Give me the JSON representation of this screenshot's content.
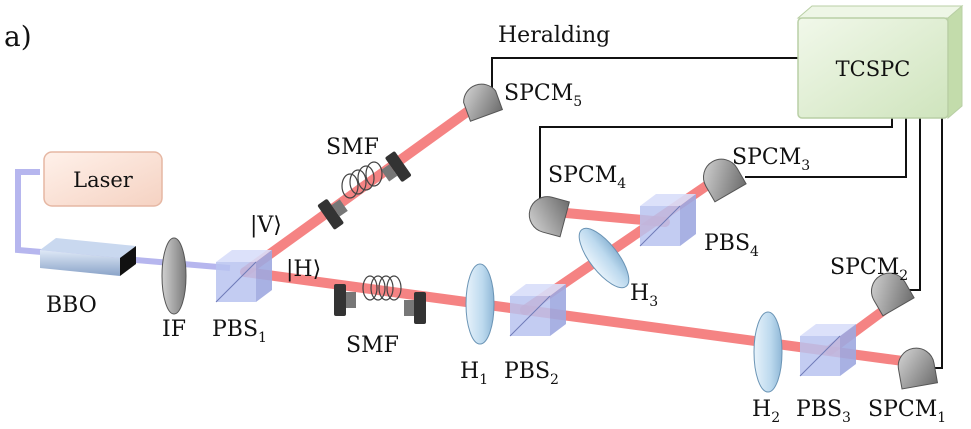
{
  "figure_label": "a)",
  "components": {
    "laser": "Laser",
    "bbo": "BBO",
    "if": "IF",
    "pbs1": {
      "base": "PBS",
      "sub": "1"
    },
    "pbs2": {
      "base": "PBS",
      "sub": "2"
    },
    "pbs3": {
      "base": "PBS",
      "sub": "3"
    },
    "pbs4": {
      "base": "PBS",
      "sub": "4"
    },
    "h1": {
      "base": "H",
      "sub": "1"
    },
    "h2": {
      "base": "H",
      "sub": "2"
    },
    "h3": {
      "base": "H",
      "sub": "3"
    },
    "smf_top": "SMF",
    "smf_bottom": "SMF",
    "ket_v": "|V⟩",
    "ket_h": "|H⟩",
    "spcm1": {
      "base": "SPCM",
      "sub": "1"
    },
    "spcm2": {
      "base": "SPCM",
      "sub": "2"
    },
    "spcm3": {
      "base": "SPCM",
      "sub": "3"
    },
    "spcm4": {
      "base": "SPCM",
      "sub": "4"
    },
    "spcm5": {
      "base": "SPCM",
      "sub": "5"
    },
    "tcspc": "TCSPC",
    "heralding": "Heralding"
  },
  "colors": {
    "beam": "#f25a5a",
    "pump": "#7a7ae0",
    "laser_box": "#fde6da",
    "tcspc_box": "#e4f1d6",
    "cube": "#b9c3f0",
    "lens": "#cfe3f2",
    "detector": "#9a9a9a"
  }
}
